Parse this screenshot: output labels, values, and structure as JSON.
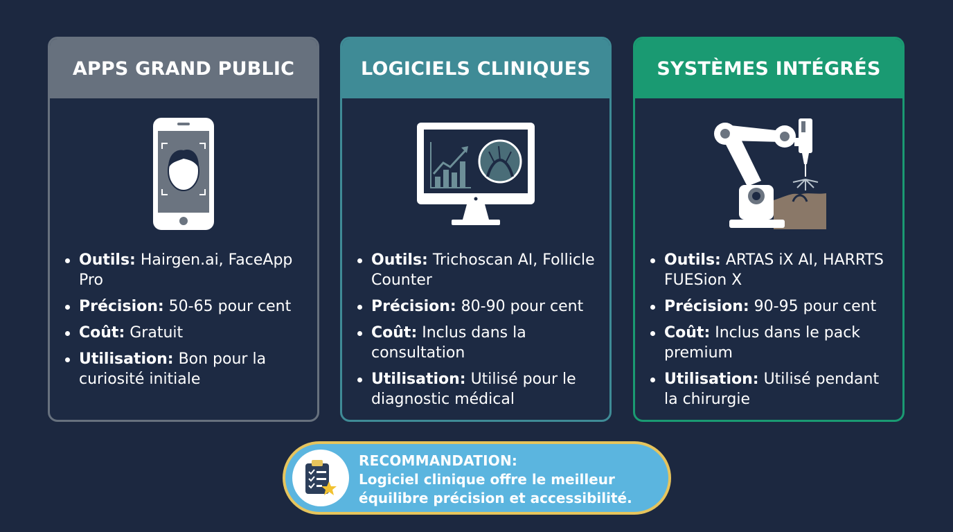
{
  "cards": [
    {
      "title": "APPS GRAND PUBLIC",
      "icon": "smartphone-face-scan-icon",
      "color": "#67717e",
      "items": [
        {
          "label": "Outils:",
          "value": " Hairgen.ai, FaceApp Pro"
        },
        {
          "label": "Précision:",
          "value": " 50-65 pour cent"
        },
        {
          "label": "Coût:",
          "value": " Gratuit"
        },
        {
          "label": "Utilisation:",
          "value": " Bon pour la curiosité initiale"
        }
      ]
    },
    {
      "title": "LOGICIELS CLINIQUES",
      "icon": "monitor-analytics-icon",
      "color": "#3f8b96",
      "items": [
        {
          "label": "Outils:",
          "value": " Trichoscan AI, Follicle Counter"
        },
        {
          "label": "Précision:",
          "value": " 80-90 pour cent"
        },
        {
          "label": "Coût:",
          "value": " Inclus dans la consultation"
        },
        {
          "label": "Utilisation:",
          "value": " Utilisé pour le diagnostic médical"
        }
      ]
    },
    {
      "title": "SYSTÈMES INTÉGRÉS",
      "icon": "robotic-arm-icon",
      "color": "#1a9a72",
      "items": [
        {
          "label": "Outils:",
          "value": " ARTAS iX AI, HARRTS FUESion X"
        },
        {
          "label": "Précision:",
          "value": " 90-95 pour cent"
        },
        {
          "label": "Coût:",
          "value": " Inclus dans le pack premium"
        },
        {
          "label": "Utilisation:",
          "value": " Utilisé pendant la chirurgie"
        }
      ]
    }
  ],
  "recommendation": {
    "icon": "clipboard-star-icon",
    "title": "RECOMMANDATION:",
    "text": "Logiciel clinique offre le meilleur équilibre précision et accessibilité."
  }
}
